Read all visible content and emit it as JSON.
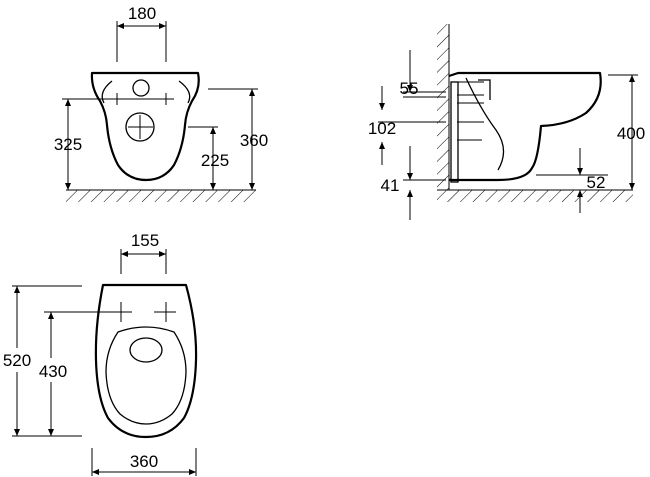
{
  "front_view": {
    "bolt_spacing": "180",
    "bolt_height": "325",
    "total_height": "360",
    "outlet_height": "225"
  },
  "side_view": {
    "upper_offset": "55",
    "inlet_height": "102",
    "base_offset": "41",
    "projection_height": "400",
    "rear_offset": "52"
  },
  "top_view": {
    "fixing_spacing": "155",
    "total_length": "520",
    "inner_length": "430",
    "total_width": "360"
  }
}
